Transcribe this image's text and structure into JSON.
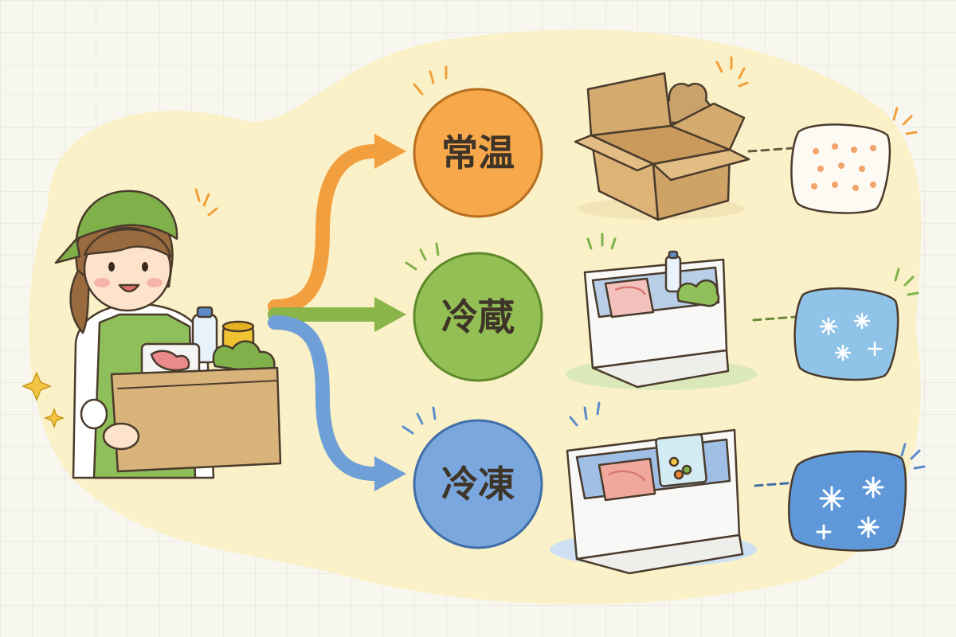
{
  "categories": [
    {
      "id": "ambient",
      "label": "常温",
      "color": "#f2a03f",
      "container": "cardboard-box",
      "pack": "dotted-pack"
    },
    {
      "id": "chilled",
      "label": "冷蔵",
      "color": "#8ab54a",
      "container": "styrofoam-cooler",
      "pack": "ice-pack"
    },
    {
      "id": "frozen",
      "label": "冷凍",
      "color": "#6e9fd6",
      "container": "styrofoam-cooler",
      "pack": "snowflake-ice-pack"
    }
  ],
  "colors": {
    "background_blob": "#fbf1c8",
    "ink": "#3f3428",
    "kraft_box": "#d9b47a",
    "foam_box": "#f8f8f6"
  },
  "icons": [
    "woman-with-grocery-box-icon",
    "cardboard-box-icon",
    "styrofoam-cooler-icon",
    "ice-pack-icon",
    "sparkle-icon"
  ]
}
